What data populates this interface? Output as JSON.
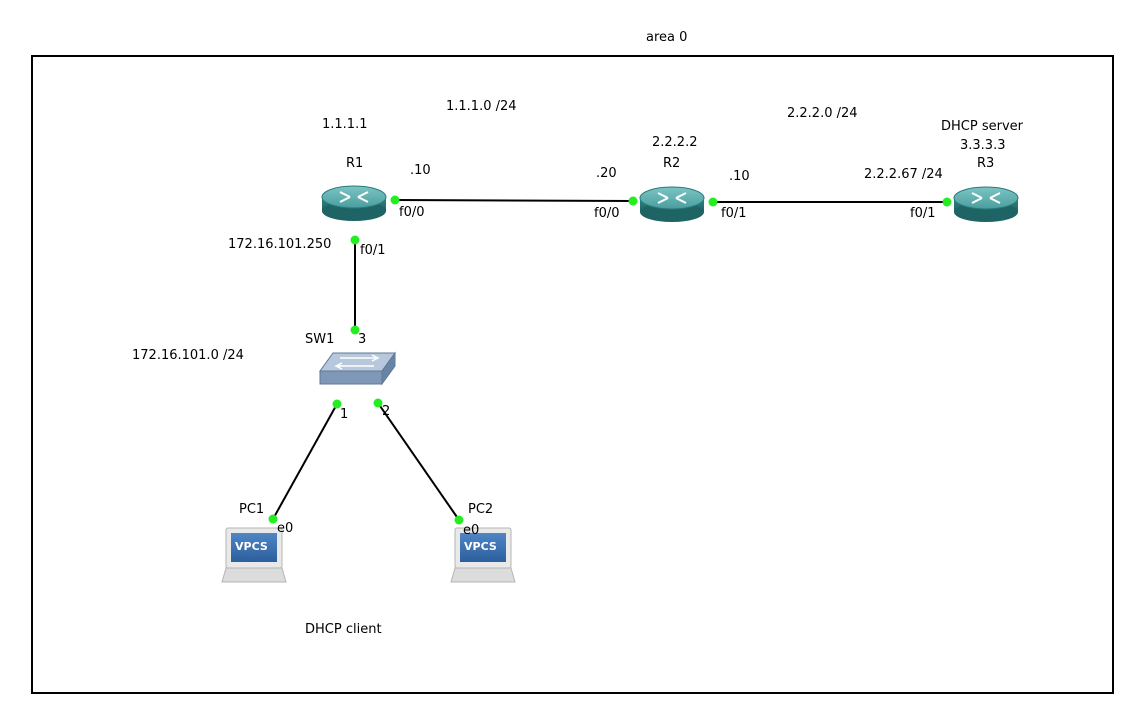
{
  "area_label": "area 0",
  "networks": {
    "r1_r2": "1.1.1.0 /24",
    "r2_r3": "2.2.2.0 /24",
    "lan": "172.16.101.0 /24"
  },
  "nodes": {
    "r1": {
      "name": "R1",
      "loopback": "1.1.1.1"
    },
    "r2": {
      "name": "R2",
      "loopback": "2.2.2.2"
    },
    "r3": {
      "name": "R3",
      "loopback": "3.3.3.3",
      "role": "DHCP server"
    },
    "sw1": {
      "name": "SW1"
    },
    "pc1": {
      "name": "PC1",
      "screen": "VPCS"
    },
    "pc2": {
      "name": "PC2",
      "screen": "VPCS"
    }
  },
  "client_label": "DHCP client",
  "interfaces": {
    "r1_f00": "f0/0",
    "r1_f01": "f0/1",
    "r2_f00": "f0/0",
    "r2_f01": "f0/1",
    "r3_f01": "f0/1",
    "sw1_p1": "1",
    "sw1_p2": "2",
    "sw1_p3": "3",
    "pc1_e0": "e0",
    "pc2_e0": "e0"
  },
  "addresses": {
    "r1_f00": ".10",
    "r2_f00": ".20",
    "r2_f01": ".10",
    "r3_f01": "2.2.2.67 /24",
    "r1_f01": "172.16.101.250"
  },
  "colors": {
    "link": "#000000",
    "port_dot": "#22ee22",
    "router_body": "#2e8b8b",
    "router_top": "#5fb3b3",
    "switch_body": "#8fa6c4",
    "vpcs_screen": "#3a6fb0"
  }
}
